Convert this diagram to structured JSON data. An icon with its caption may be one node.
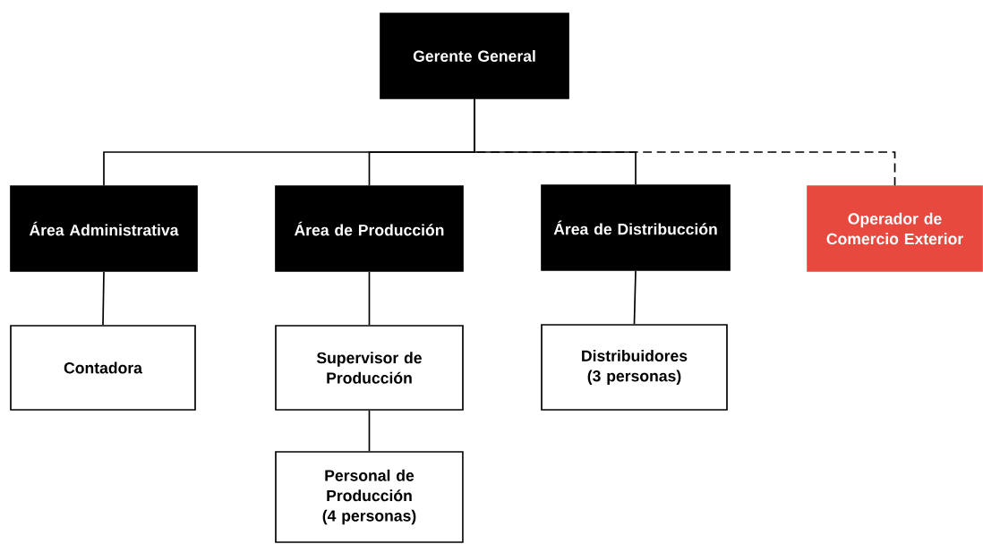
{
  "diagram": {
    "nodes": [
      {
        "text": [
          "Gerente General"
        ]
      },
      {
        "text": [
          "Área Administrativa"
        ]
      },
      {
        "text": [
          "Área de Producción"
        ]
      },
      {
        "text": [
          "Área de Distribucción"
        ]
      },
      {
        "text": [
          "Operador de Comercio Exterior"
        ]
      },
      {
        "text": [
          "Contadora"
        ]
      },
      {
        "text": [
          "Supervisor de Producción"
        ]
      },
      {
        "text": [
          "Personal de Producción (4 personas)"
        ]
      },
      {
        "text": [
          "Distribuidores (3 personas)"
        ]
      }
    ],
    "edges": [
      {
        "from": 0,
        "to": 1,
        "arrow": "none"
      },
      {
        "from": 0,
        "to": 2,
        "arrow": "none"
      },
      {
        "from": 0,
        "to": 3,
        "arrow": "none"
      },
      {
        "from": 0,
        "to": 4,
        "arrow": "none",
        "style": "dashed"
      },
      {
        "from": 1,
        "to": 5,
        "arrow": "none"
      },
      {
        "from": 2,
        "to": 6,
        "arrow": "none"
      },
      {
        "from": 6,
        "to": 7,
        "arrow": "none"
      },
      {
        "from": 3,
        "to": 8,
        "arrow": "none"
      }
    ]
  }
}
